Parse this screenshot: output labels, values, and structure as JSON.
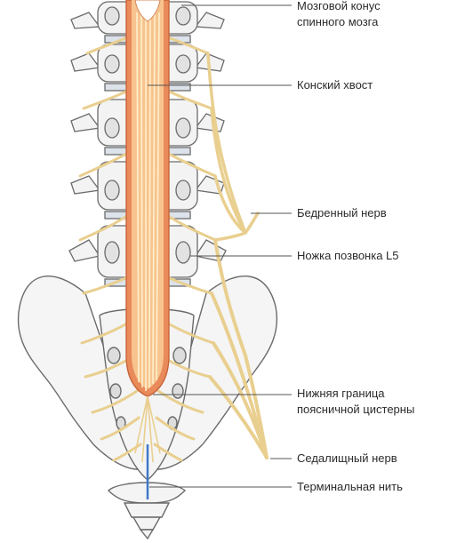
{
  "labels": {
    "conus": {
      "line1": "Мозговой конус",
      "line2": "спинного мозга"
    },
    "cauda": "Конский хвост",
    "femoral": "Бедренный нерв",
    "pedicle": "Ножка позвонка L5",
    "cistern": {
      "line1": "Нижняя граница",
      "line2": "поясничной цистерны"
    },
    "sciatic": "Седалищный нерв",
    "filum": "Терминальная нить"
  },
  "colors": {
    "bone_outline": "#6b6b6b",
    "bone_fill": "#f3f3f3",
    "vertebra_body": "#dde3ea",
    "dural_sac": "#e98a5a",
    "dural_inner": "#f7c48f",
    "nerve": "#f2d9a0",
    "nerve_outline": "#d9b874",
    "filum": "#3f78c8",
    "leader": "#555555"
  }
}
